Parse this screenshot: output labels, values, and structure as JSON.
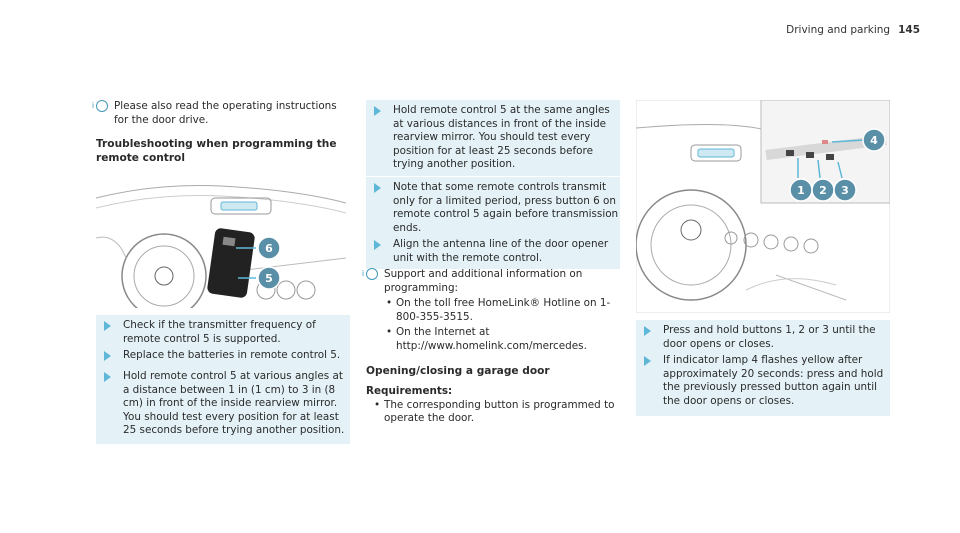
{
  "header": {
    "title": "Driving and parking",
    "page": "145"
  },
  "col1": {
    "note": "Please also read the operating instructions for the door drive.",
    "heading": "Troubleshooting when programming the remote control",
    "image_callouts": [
      "6",
      "5"
    ],
    "steps": [
      "Check if the transmitter frequency of remote control 5 is supported.",
      "Replace the batteries in remote control 5.",
      "Hold remote control 5 at various angles at a distance between 1 in (1 cm) to 3 in (8 cm) in front of the inside rearview mirror. You should test every position for at least 25 seconds before trying another position."
    ]
  },
  "col2": {
    "steps": [
      "Hold remote control 5 at the same angles at various distances in front of the inside rearview mirror. You should test every position for at least 25 seconds before trying another position.",
      "Note that some remote controls transmit only for a limited period, press button 6 on remote control 5 again before transmission ends.",
      "Align the antenna line of the door opener unit with the remote control."
    ],
    "note": "Support and additional information on programming:",
    "bullets": [
      "On the toll free HomeLink® Hotline on 1-800-355-3515.",
      "On the Internet at http://www.homelink.com/mercedes."
    ],
    "heading2": "Opening/closing a garage door",
    "req_label": "Requirements:",
    "req": "The corresponding button is programmed to operate the door."
  },
  "col3": {
    "image_callouts": [
      "4",
      "1",
      "2",
      "3"
    ],
    "steps": [
      "Press and hold buttons 1, 2 or 3 until the door opens or closes.",
      "If indicator lamp 4 flashes yellow after approximately 20 seconds: press and hold the previously pressed button again until the door opens or closes."
    ]
  },
  "colors": {
    "accent": "#5fb7d8",
    "step_bg": "#e4f2f8",
    "callout": "#a9d9e8",
    "callout_dark": "#5a8fa8"
  }
}
